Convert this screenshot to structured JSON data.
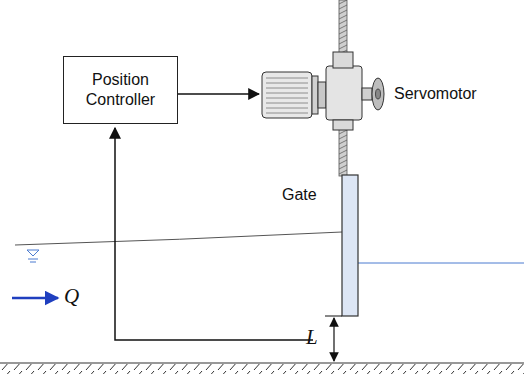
{
  "diagram": {
    "nodes": [
      {
        "text": [
          "Position Controller"
        ]
      }
    ],
    "labels": [
      "Servomotor",
      "Gate",
      "Q",
      "L"
    ]
  }
}
